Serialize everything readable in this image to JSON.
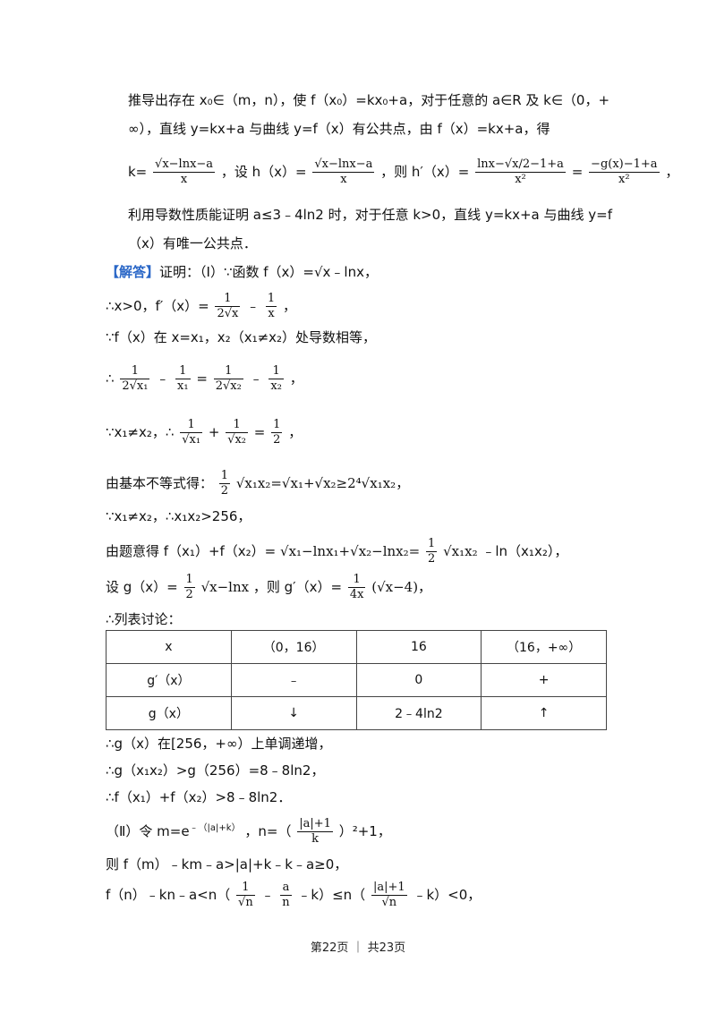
{
  "header_lines": {
    "l1": "推导出存在 x₀∈（m，n），使 f（x₀）=kx₀+a，对于任意的 a∈R 及 k∈（0，+",
    "l2": "∞），直线 y=kx+a 与曲线 y=f（x）有公共点，由 f（x）=kx+a，得",
    "l3_prefix": "k=",
    "l3_mid1": "，设 h（x）=",
    "l3_mid2": "，则 h′（x）=",
    "l4": "利用导数性质能证明 a≤3﹣4ln2 时，对于任意 k>0，直线 y=kx+a 与曲线 y=f",
    "l5": "（x）有唯一公共点．"
  },
  "answer_tag": "【解答】",
  "answer_intro": "证明：（Ⅰ）∵函数 f（x）=√x﹣lnx，",
  "step_a": "∴x>0，f′（x）=",
  "step_b": "∵f（x）在 x=x₁，x₂（x₁≠x₂）处导数相等，",
  "step_c_prefix": "∴",
  "step_d_prefix": "∵x₁≠x₂，∴",
  "step_e_prefix": "由基本不等式得：",
  "step_f": "∵x₁≠x₂，∴x₁x₂>256，",
  "step_g_prefix": "由题意得 f（x₁）+f（x₂）=",
  "step_g_suffix": "﹣ln（x₁x₂），",
  "step_h_prefix": "设 g（x）=",
  "step_h_mid": "，则 g′（x）=",
  "step_i": "∴列表讨论：",
  "table": {
    "header": [
      "x",
      "（0，16）",
      "16",
      "（16，+∞）"
    ],
    "rows": [
      [
        "g′（x）",
        "﹣",
        "0",
        "+"
      ],
      [
        "g（x）",
        "↓",
        "2﹣4ln2",
        "↑"
      ]
    ]
  },
  "after": {
    "l1": "∴g（x）在[256，+∞）上单调递增，",
    "l2": "∴g（x₁x₂）>g（256）=8﹣8ln2，",
    "l3": "∴f（x₁）+f（x₂）>8﹣8ln2．",
    "l4_prefix": "（Ⅱ）令 m=e",
    "l4_sup": "﹣（|a|+k）",
    "l4_mid": "，n=（",
    "l4_suffix": "）²+1，",
    "l5": "则 f（m）﹣km﹣a>|a|+k﹣k﹣a≥0，",
    "l6_prefix": "f（n）﹣kn﹣a<n（",
    "l6_mid": "﹣k）≤n（",
    "l6_suffix": "﹣k）<0，"
  },
  "footer": "第22页 ｜ 共23页"
}
